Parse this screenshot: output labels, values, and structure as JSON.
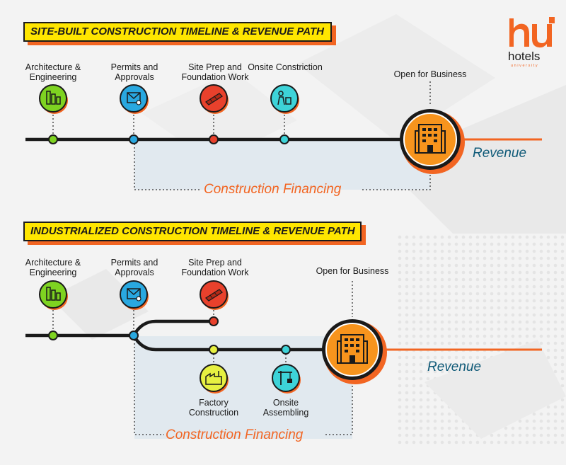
{
  "brand": {
    "name": "hotels",
    "sub": "university",
    "accent": "#f26522"
  },
  "colors": {
    "green": "#7ed321",
    "blue": "#29a8e0",
    "red": "#e8412c",
    "cyan": "#3dd3d8",
    "yellow": "#e6f041",
    "orange": "#f7941d",
    "line": "#1a1a1a"
  },
  "top": {
    "title": "SITE-BUILT CONSTRUCTION TIMELINE & REVENUE PATH",
    "steps": [
      {
        "label": "Architecture & Engineering",
        "icon": "blueprint-icon",
        "color": "green"
      },
      {
        "label": "Permits and Approvals",
        "icon": "approval-document-icon",
        "color": "blue"
      },
      {
        "label": "Site Prep and Foundation Work",
        "icon": "bricks-icon",
        "color": "red"
      },
      {
        "label": "Onsite Constriction",
        "icon": "construction-worker-icon",
        "color": "cyan"
      }
    ],
    "open_label": "Open for Business",
    "revenue": "Revenue",
    "financing": "Construction Financing"
  },
  "bottom": {
    "title": "INDUSTRIALIZED CONSTRUCTION TIMELINE & REVENUE PATH",
    "steps": [
      {
        "label": "Architecture & Engineering",
        "icon": "blueprint-icon",
        "color": "green"
      },
      {
        "label": "Permits and Approvals",
        "icon": "approval-document-icon",
        "color": "blue"
      },
      {
        "label": "Site Prep and Foundation Work",
        "icon": "bricks-icon",
        "color": "red"
      }
    ],
    "parallel_steps": [
      {
        "label": "Factory Construction",
        "icon": "factory-icon",
        "color": "yellow"
      },
      {
        "label": "Onsite Assembling",
        "icon": "crane-icon",
        "color": "cyan"
      }
    ],
    "open_label": "Open for Business",
    "revenue": "Revenue",
    "financing": "Construction Financing"
  }
}
